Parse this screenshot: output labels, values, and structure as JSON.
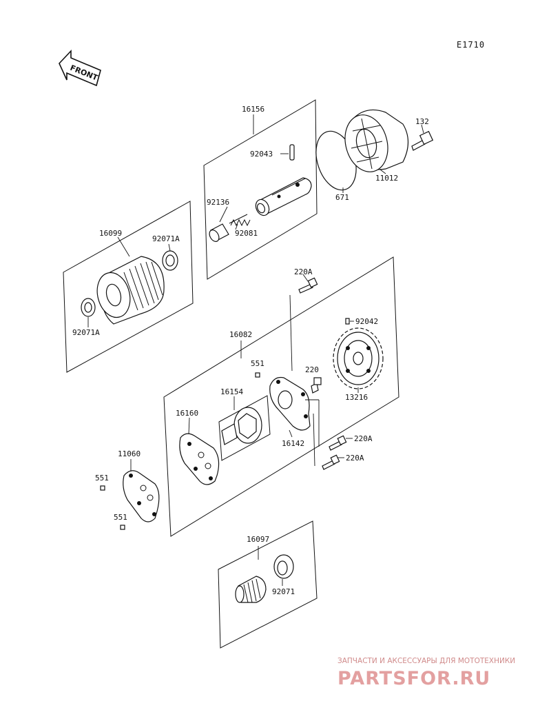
{
  "diagram": {
    "ref_code": "E1710",
    "front_label": "FRONT",
    "parts": [
      {
        "id": "p16156",
        "label": "16156"
      },
      {
        "id": "p92043",
        "label": "92043"
      },
      {
        "id": "p92136",
        "label": "92136"
      },
      {
        "id": "p92081",
        "label": "92081"
      },
      {
        "id": "p132",
        "label": "132"
      },
      {
        "id": "p11012",
        "label": "11012"
      },
      {
        "id": "p671",
        "label": "671"
      },
      {
        "id": "p16099",
        "label": "16099"
      },
      {
        "id": "p92071A_top",
        "label": "92071A"
      },
      {
        "id": "p92071A_bot",
        "label": "92071A"
      },
      {
        "id": "p220A_top",
        "label": "220A"
      },
      {
        "id": "p92042",
        "label": "92042"
      },
      {
        "id": "p16082",
        "label": "16082"
      },
      {
        "id": "p551_mid",
        "label": "551"
      },
      {
        "id": "p220",
        "label": "220"
      },
      {
        "id": "p16154",
        "label": "16154"
      },
      {
        "id": "p16160",
        "label": "16160"
      },
      {
        "id": "p13216",
        "label": "13216"
      },
      {
        "id": "p16142",
        "label": "16142"
      },
      {
        "id": "p220A_a",
        "label": "220A"
      },
      {
        "id": "p220A_b",
        "label": "220A"
      },
      {
        "id": "p11060",
        "label": "11060"
      },
      {
        "id": "p551_a",
        "label": "551"
      },
      {
        "id": "p551_b",
        "label": "551"
      },
      {
        "id": "p16097",
        "label": "16097"
      },
      {
        "id": "p92071",
        "label": "92071"
      }
    ]
  },
  "watermark": {
    "tagline": "ЗАПЧАСТИ И АКСЕССУАРЫ ДЛЯ МОТОТЕХНИКИ",
    "brand": "PARTSFOR.RU"
  }
}
